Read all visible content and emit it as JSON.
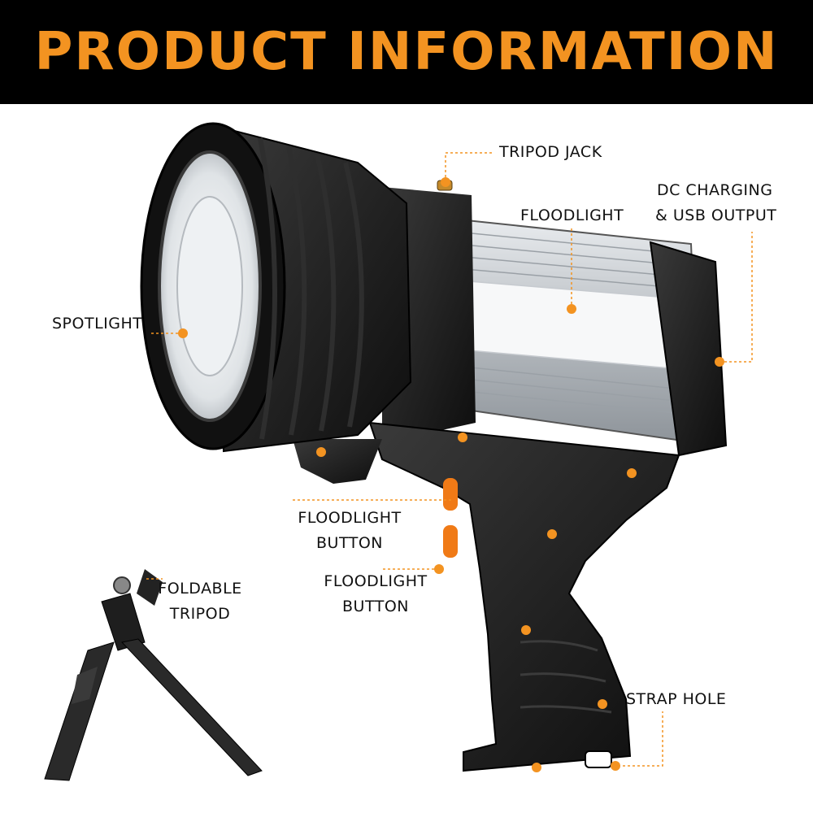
{
  "banner": {
    "title": "PRODUCT INFORMATION"
  },
  "colors": {
    "accent": "#f39321",
    "banner_bg": "#000000",
    "body_dark": "#1c1c1c",
    "body_silver": "#c9cdd1",
    "lens_white": "#f4f6f8"
  },
  "callouts": {
    "tripod_jack": "TRIPOD JACK",
    "floodlight": "FLOODLIGHT",
    "dc_charging_line1": "DC CHARGING",
    "dc_charging_line2": "& USB OUTPUT",
    "spotlight": "SPOTLIGHT",
    "floodlight_button_1_line1": "FLOODLIGHT",
    "floodlight_button_1_line2": "BUTTON",
    "floodlight_button_2_line1": "FLOODLIGHT",
    "floodlight_button_2_line2": "BUTTON",
    "foldable_tripod_line1": "FOLDABLE",
    "foldable_tripod_line2": "TRIPOD",
    "strap_hole": "STRAP HOLE"
  }
}
